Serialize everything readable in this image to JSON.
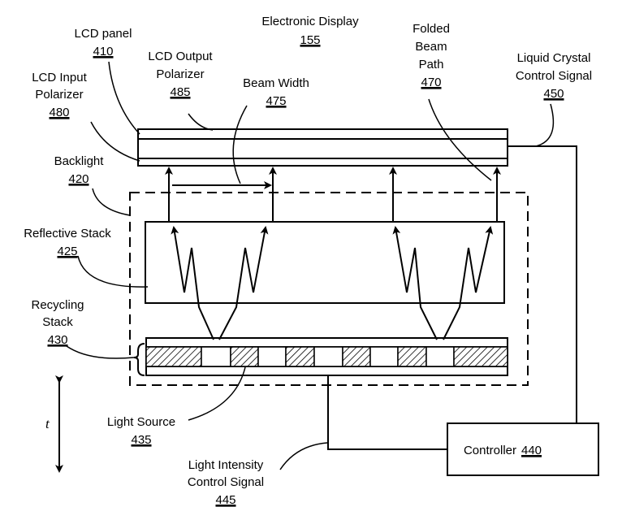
{
  "labels": {
    "electronic_display": {
      "text": "Electronic Display",
      "num": "155"
    },
    "lcd_panel": {
      "text": "LCD panel",
      "num": "410"
    },
    "lcd_output_polarizer": {
      "line1": "LCD Output",
      "line2": "Polarizer",
      "num": "485"
    },
    "lcd_input_polarizer": {
      "line1": "LCD Input",
      "line2": "Polarizer",
      "num": "480"
    },
    "beam_width": {
      "text": "Beam Width",
      "num": "475"
    },
    "folded_beam_path": {
      "line1": "Folded",
      "line2": "Beam",
      "line3": "Path",
      "num": "470"
    },
    "lc_control_signal": {
      "line1": "Liquid Crystal",
      "line2": "Control Signal",
      "num": "450"
    },
    "backlight": {
      "text": "Backlight",
      "num": "420"
    },
    "reflective_stack": {
      "text": "Reflective Stack",
      "num": "425"
    },
    "recycling_stack": {
      "line1": "Recycling",
      "line2": "Stack",
      "num": "430"
    },
    "light_source": {
      "text": "Light Source",
      "num": "435"
    },
    "light_intensity_signal": {
      "line1": "Light Intensity",
      "line2": "Control Signal",
      "num": "445"
    },
    "controller": {
      "text": "Controller",
      "num": "440"
    },
    "time_axis": {
      "text": "t"
    }
  }
}
